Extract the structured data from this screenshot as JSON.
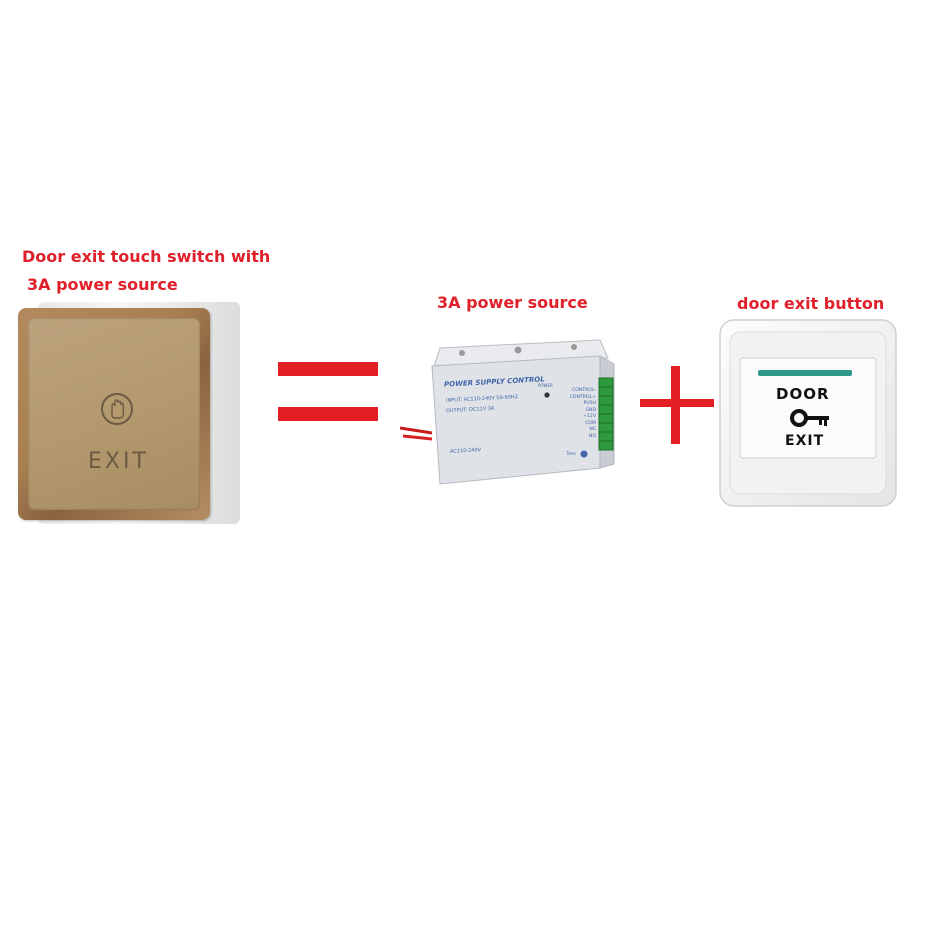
{
  "captions": {
    "touch_switch_line1": "Door exit touch switch with",
    "touch_switch_line2": "3A power source",
    "power_source": "3A power source",
    "door_exit_button": "door exit button"
  },
  "touch_switch": {
    "label": "EXIT"
  },
  "power_supply": {
    "title": "POWER SUPPLY CONTROL",
    "input_line": "INPUT: AC110-240V 50-60HZ",
    "output_line": "OUTPUT: DC12V  3A",
    "ac_label": "AC110-240V",
    "power_led_label": "POWER",
    "terminals": [
      "CONTROL-",
      "CONTROL+",
      "PUSH",
      "GND",
      "+12V",
      "COM",
      "NC",
      "NO"
    ],
    "time_label": "Time"
  },
  "exit_button": {
    "line1": "DOOR",
    "line2": "EXIT"
  },
  "colors": {
    "caption_red": "#e0202a",
    "symbol_red": "#e31e24",
    "gold_face": "#b4996f",
    "psu_label_blue": "#3f64a8",
    "terminal_green": "#2e9a3c"
  }
}
